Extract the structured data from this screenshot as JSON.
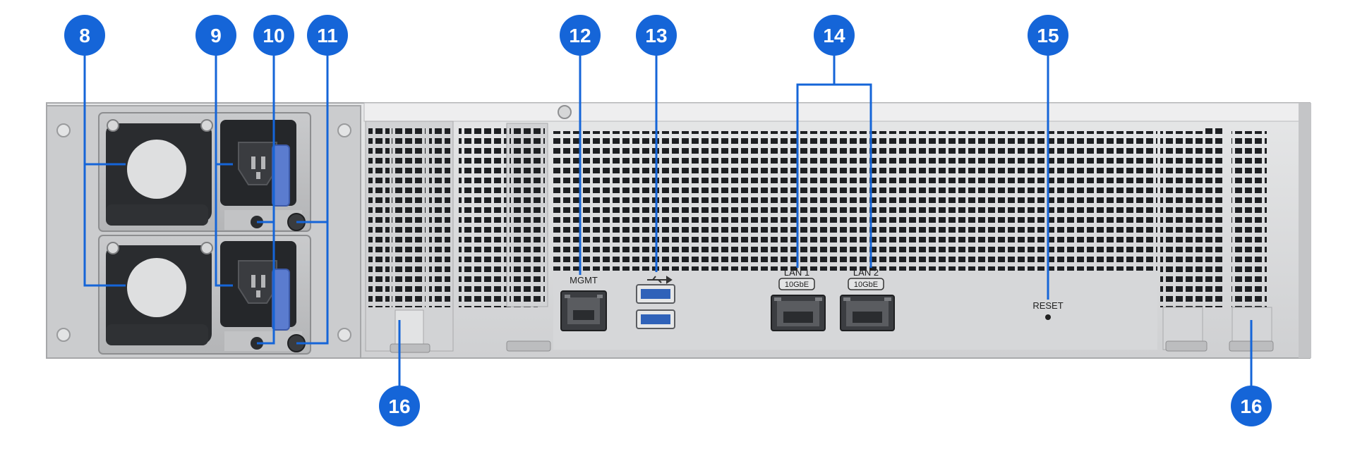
{
  "callouts": {
    "c8": "8",
    "c9": "9",
    "c10": "10",
    "c11": "11",
    "c12": "12",
    "c13": "13",
    "c14": "14",
    "c15": "15",
    "c16a": "16",
    "c16b": "16"
  },
  "port_labels": {
    "mgmt": "MGMT",
    "lan1": "LAN 1",
    "lan2": "LAN 2",
    "lan1_speed": "10GbE",
    "lan2_speed": "10GbE",
    "reset": "RESET"
  },
  "colors": {
    "callout": "#1565d8",
    "leader": "#1565d8",
    "chassis": "#d9dadb",
    "vent": "#1d1f22"
  }
}
